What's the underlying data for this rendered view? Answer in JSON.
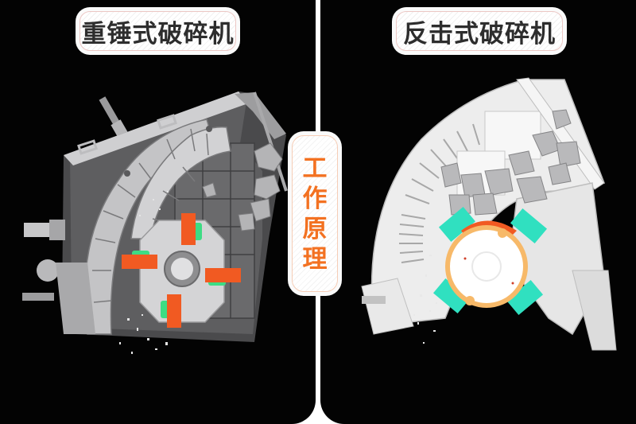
{
  "left_panel": {
    "title": "重锤式破碎机",
    "machine": {
      "type": "hammer-crusher",
      "body_color": "#c9c9cb",
      "hammer_color": "#f15a22",
      "hammer_base_color": "#3ddc84",
      "rotor_color": "#d4d4d6"
    }
  },
  "right_panel": {
    "title": "反击式破碎机",
    "machine": {
      "type": "impact-crusher",
      "body_color": "#f2f2f2",
      "blow_bar_color": "#30e0c0",
      "rotor_ring_color": "#f7b969",
      "rotor_color": "#ffffff",
      "rotor_accent": "#f15a22"
    }
  },
  "center_label": {
    "chars": [
      "工",
      "作",
      "原",
      "理"
    ],
    "text": "工作原理",
    "color": "#f37121"
  },
  "colors": {
    "background": "#030303",
    "divider": "#ffffff",
    "title_text": "#2d2d2d",
    "pill_border": "#ecc7c4"
  }
}
